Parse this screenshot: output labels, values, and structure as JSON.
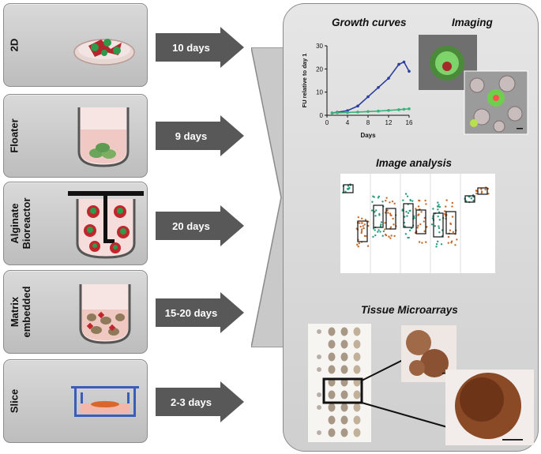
{
  "culture_methods": [
    {
      "name": "2D",
      "duration": "10 days"
    },
    {
      "name": "Floater",
      "duration": "9 days"
    },
    {
      "name": "Alginate Bioreactor",
      "line1": "Alginate",
      "line2": "Bioreactor",
      "duration": "20 days"
    },
    {
      "name": "Matrix embedded",
      "line1": "Matrix",
      "line2": "embedded",
      "duration": "15-20 days"
    },
    {
      "name": "Slice",
      "duration": "2-3 days"
    }
  ],
  "analysis_sections": {
    "growth_curves": "Growth curves",
    "imaging": "Imaging",
    "image_analysis": "Image analysis",
    "tissue_microarrays": "Tissue Microarrays"
  },
  "chart_data": {
    "type": "line",
    "ylabel": "FU relative to day 1",
    "xlabel": "Days",
    "xlim": [
      0,
      16
    ],
    "ylim": [
      0,
      30
    ],
    "xticks": [
      "0",
      "4",
      "8",
      "12",
      "16"
    ],
    "yticks": [
      "0",
      "10",
      "20",
      "30"
    ],
    "x": [
      1,
      2,
      4,
      6,
      8,
      10,
      12,
      14,
      15,
      16
    ],
    "series": [
      {
        "color": "#2b3e9c",
        "values": [
          1,
          1.3,
          2,
          4,
          8,
          12,
          16,
          22,
          23,
          19
        ]
      },
      {
        "color": "#3bb27a",
        "values": [
          1,
          1.1,
          1.2,
          1.4,
          1.6,
          1.8,
          2.1,
          2.4,
          2.6,
          2.8
        ]
      }
    ]
  },
  "colors": {
    "panel": "#c8c8c8",
    "arrow": "#595959",
    "teal": "#2a9d80",
    "orange": "#c66a2c"
  }
}
